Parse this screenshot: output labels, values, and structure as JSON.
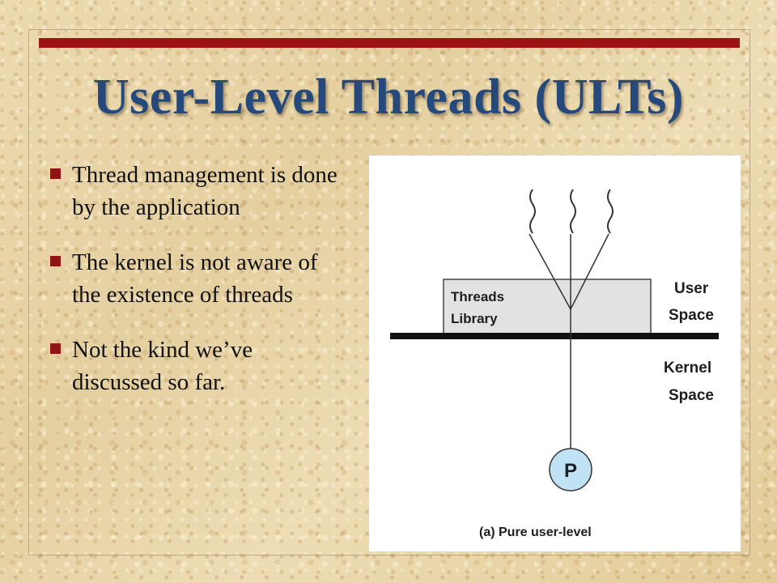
{
  "slide": {
    "title": "User-Level Threads (ULTs)",
    "bullets": [
      "Thread management is done by the application",
      "The kernel is not aware of the existence of threads",
      "Not the kind we’ve discussed so far."
    ]
  },
  "figure": {
    "library_label_line1": "Threads",
    "library_label_line2": "Library",
    "user_space_line1": "User",
    "user_space_line2": "Space",
    "kernel_space_line1": "Kernel",
    "kernel_space_line2": "Space",
    "process_label": "P",
    "caption": "(a) Pure user-level",
    "colors": {
      "library_box": "#e2e2e2",
      "process_circle": "#bfe2f5",
      "accent_bar": "#9c1313",
      "title": "#24497a"
    }
  }
}
